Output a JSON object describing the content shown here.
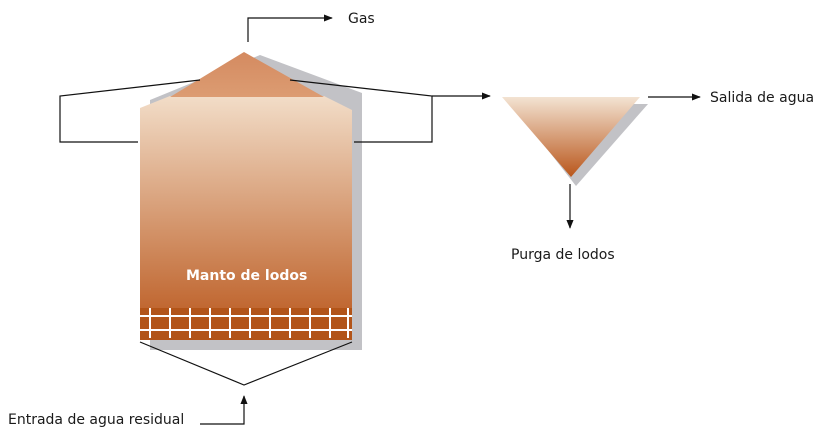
{
  "labels": {
    "gas": "Gas",
    "water_outlet": "Salida de agua",
    "sludge_purge": "Purga de lodos",
    "sludge_blanket": "Manto de lodos",
    "wastewater_inlet": "Entrada de agua residual"
  },
  "colors": {
    "fill_light": "#f2ddc8",
    "fill_dark": "#b9561b",
    "shadow": "#c2c2c6",
    "line": "#111111"
  }
}
